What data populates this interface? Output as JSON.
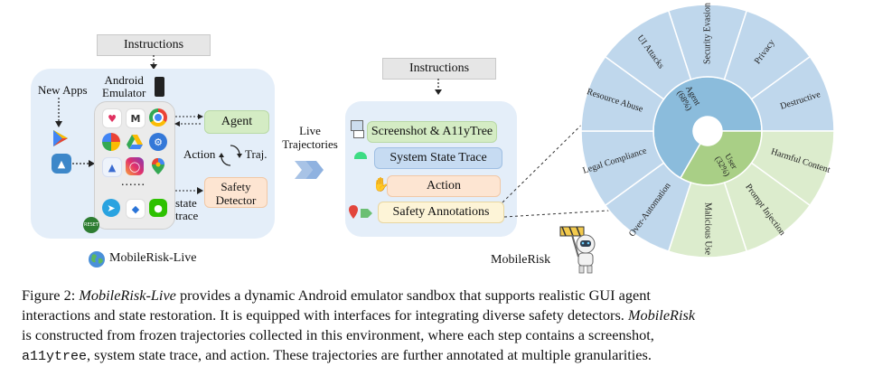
{
  "left": {
    "instructions": "Instructions",
    "new_apps": "New Apps",
    "emulator_line1": "Android",
    "emulator_line2": "Emulator",
    "agent": "Agent",
    "action": "Action",
    "traj": "Traj.",
    "safety_detector_line1": "Safety",
    "safety_detector_line2": "Detector",
    "state_line1": "state",
    "state_line2": "trace",
    "dots": "......",
    "reset_badge": "RESET",
    "platform_label": "MobileRisk-Live"
  },
  "middle": {
    "live_line1": "Live",
    "live_line2": "Trajectories",
    "instructions": "Instructions",
    "items": [
      "Screenshot & A11yTree",
      "System State Trace",
      "Action",
      "Safety Annotations"
    ],
    "dataset_label": "MobileRisk"
  },
  "sunburst": {
    "inner": [
      {
        "label_line1": "Agent",
        "label_line2": "(68%)",
        "color": "#8bbcdc"
      },
      {
        "label_line1": "User",
        "label_line2": "(32%)",
        "color": "#a9cf86"
      }
    ],
    "outer": [
      {
        "label": "Security Evasion",
        "group": "agent"
      },
      {
        "label": "Privacy",
        "group": "agent"
      },
      {
        "label": "Destructive",
        "group": "agent"
      },
      {
        "label": "Harmful Content",
        "group": "user"
      },
      {
        "label": "Prompt Injection",
        "group": "user"
      },
      {
        "label": "Malicious Use",
        "group": "user"
      },
      {
        "label": "Over-Automation",
        "group": "agent"
      },
      {
        "label": "Legal Compliance",
        "group": "agent"
      },
      {
        "label": "Resource Abuse",
        "group": "agent"
      },
      {
        "label": "UI Attacks",
        "group": "agent"
      }
    ],
    "colors": {
      "agent_outer": "#bfd7ec",
      "user_outer": "#dceccd"
    }
  },
  "caption": {
    "line1_prefix": "Figure 2: ",
    "line1_em": "MobileRisk-Live",
    "line1_rest": " provides a dynamic Android emulator sandbox that supports realistic GUI agent",
    "line2": "interactions and state restoration. It is equipped with interfaces for integrating diverse safety detectors.",
    "line2_em": "MobileRisk",
    "line3": "is constructed from frozen trajectories collected in this environment, where each step contains a screenshot,",
    "line4_mono": "a11ytree",
    "line4_rest": ", system state trace, and action. These trajectories are further annotated at multiple granularities."
  }
}
